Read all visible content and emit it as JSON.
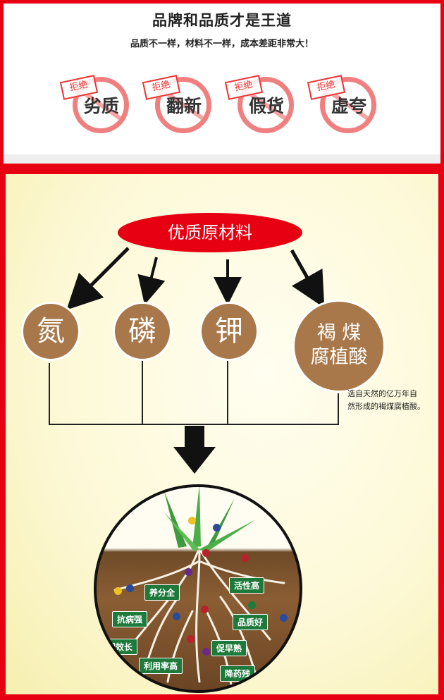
{
  "header": {
    "title": "品牌和品质才是王道",
    "subtitle": "品质不一样，材料不一样，成本差距非常大！"
  },
  "rejects": [
    {
      "stamp": "拒绝",
      "word": "劣质"
    },
    {
      "stamp": "拒绝",
      "word": "翻新"
    },
    {
      "stamp": "拒绝",
      "word": "假货"
    },
    {
      "stamp": "拒绝",
      "word": "虚夸"
    }
  ],
  "materials": {
    "title": "优质原材料",
    "items": [
      "氮",
      "磷",
      "钾"
    ],
    "humic_line1": "褐 煤",
    "humic_line2": "腐植酸",
    "note_line1": "选自天然的亿万年自",
    "note_line2": "然形成的褐煤腐植酸。"
  },
  "benefits": [
    "养分全",
    "活性高",
    "抗病强",
    "品质好",
    "肥效长",
    "促早熟",
    "利用率高",
    "降药残"
  ],
  "colors": {
    "frame_red": "#e60012",
    "material_brown": "#a8784a",
    "tag_green": "#1e7a3a"
  }
}
